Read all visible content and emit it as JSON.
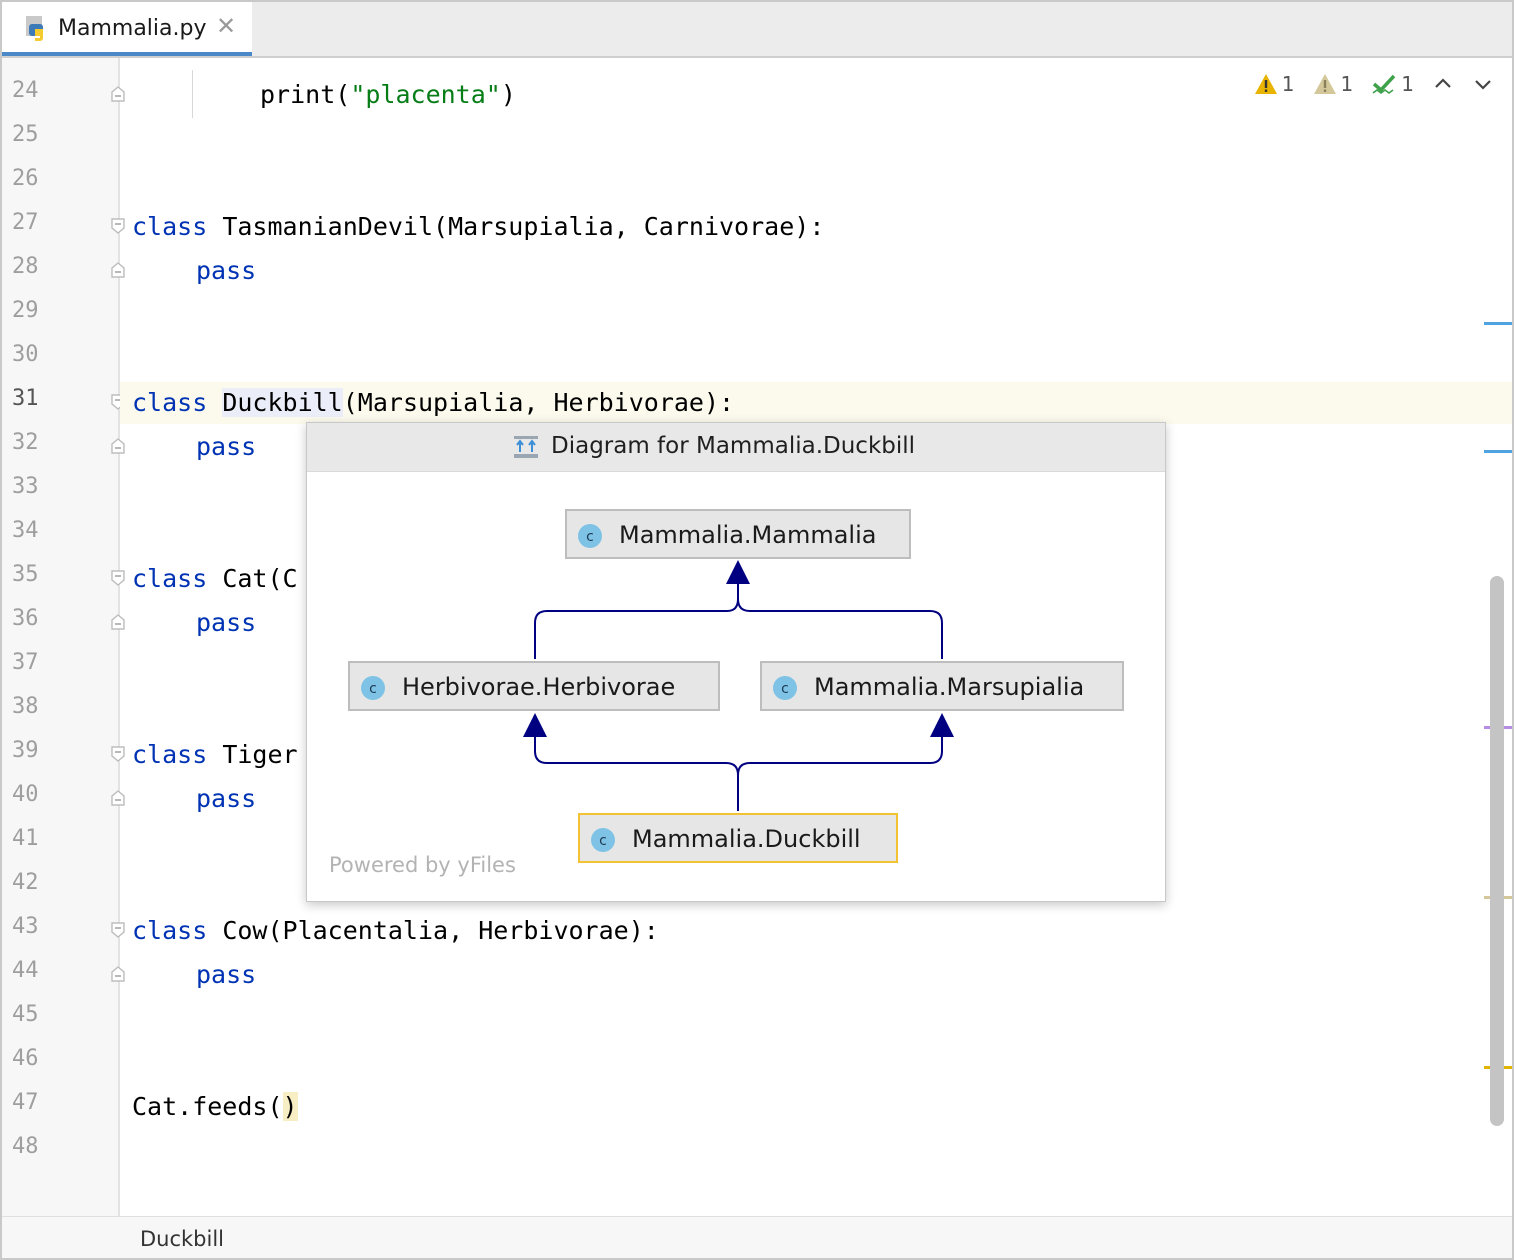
{
  "tab": {
    "filename": "Mammalia.py",
    "close_glyph": "✕",
    "icon": "python-file-icon"
  },
  "editor": {
    "line_numbers": [
      "24",
      "25",
      "26",
      "27",
      "28",
      "29",
      "30",
      "31",
      "32",
      "33",
      "34",
      "35",
      "36",
      "37",
      "38",
      "39",
      "40",
      "41",
      "42",
      "43",
      "44",
      "45",
      "46",
      "47",
      "48"
    ],
    "current_line": "31",
    "lines": {
      "l24": {
        "fn": "print",
        "open": "(",
        "str": "\"placenta\"",
        "close": ")"
      },
      "l27": {
        "kw": "class",
        "rest": " TasmanianDevil(Marsupialia, Carnivorae):"
      },
      "l28": {
        "kw": "pass"
      },
      "l31": {
        "kw": "class",
        "ident": "Duckbill",
        "rest": "(Marsupialia, Herbivorae):"
      },
      "l32": {
        "kw": "pass"
      },
      "l35": {
        "kw": "class",
        "rest": " Cat(C"
      },
      "l36": {
        "kw": "pass"
      },
      "l39": {
        "kw": "class",
        "rest": " Tiger"
      },
      "l40": {
        "kw": "pass"
      },
      "l43": {
        "kw": "class",
        "rest": " Cow(Placentalia, Herbivorae):"
      },
      "l44": {
        "kw": "pass"
      },
      "l47": {
        "call": "Cat.feeds(",
        "paren": ")"
      }
    },
    "syntax_colors": {
      "keyword": "#0033b3",
      "string": "#067d17",
      "caret_row": "#fcfaed"
    }
  },
  "inspections": {
    "errors": "1",
    "warnings": "1",
    "ok": "1",
    "colors": {
      "error": "#e8b400",
      "warning": "#d4c89a",
      "ok": "#3fa14a"
    }
  },
  "diagram": {
    "title": "Diagram for Mammalia.Duckbill",
    "nodes": {
      "mammalia": "Mammalia.Mammalia",
      "herbivorae": "Herbivorae.Herbivorae",
      "marsupialia": "Mammalia.Marsupialia",
      "duckbill": "Mammalia.Duckbill"
    },
    "class_icon_letter": "c",
    "powered_by": "Powered by yFiles",
    "colors": {
      "edge": "#000080",
      "selected_border": "#f2c232",
      "class_icon": "#7ec3e6"
    }
  },
  "breadcrumb": {
    "item": "Duckbill"
  }
}
